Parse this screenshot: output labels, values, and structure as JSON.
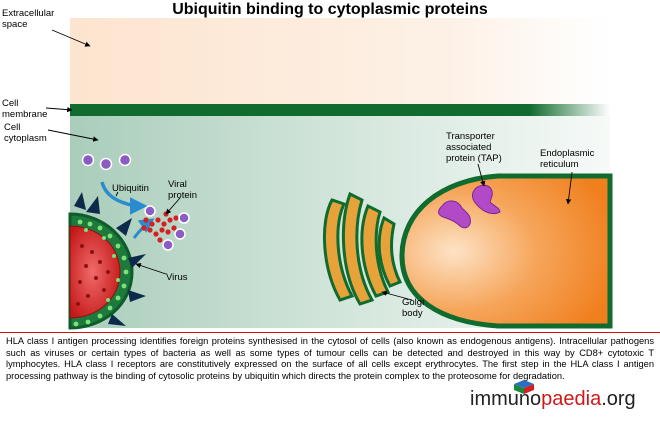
{
  "title": "Ubiquitin binding to cytoplasmic proteins",
  "labels": {
    "extracellular": "Extracellular\nspace",
    "membrane": "Cell\nmembrane",
    "cytoplasm": "Cell\ncytoplasm",
    "ubiquitin": "Ubiquitin",
    "viral_protein": "Viral\nprotein",
    "virus": "Virus",
    "golgi": "Golgi\nbody",
    "tap": "Transporter\nassociated\nprotein (TAP)",
    "er": "Endoplasmic\nreticulum"
  },
  "caption": "HLA class I antigen processing identifies foreign proteins synthesised in the cytosol of cells (also known as endogenous antigens). Intracellular pathogens such as viruses or certain types of bacteria as well as some types of tumour cells can be detected and destroyed in this way by CD8+ cytotoxic T lymphocytes. HLA class I receptors are constitutively expressed on the surface of all cells except erythrocytes. The first step in the HLA class I antigen processing pathway is the binding of cytosolic proteins by ubiquitin which directs the protein complex to the proteosome for degradation.",
  "logo": {
    "part1": "immuno",
    "part2": "paedia",
    "part3": ".org"
  },
  "colors": {
    "membrane": "#0f6b2e",
    "ubiquitin": "#8a5cc4",
    "viral_protein": "#d42020",
    "virus_outer": "#0d5c2a",
    "golgi": "#e8a23a",
    "tap": "#b24ac8",
    "er": "#f28c2a",
    "arrow_blue": "#2a8ccf",
    "caption_rule": "#d01010"
  }
}
